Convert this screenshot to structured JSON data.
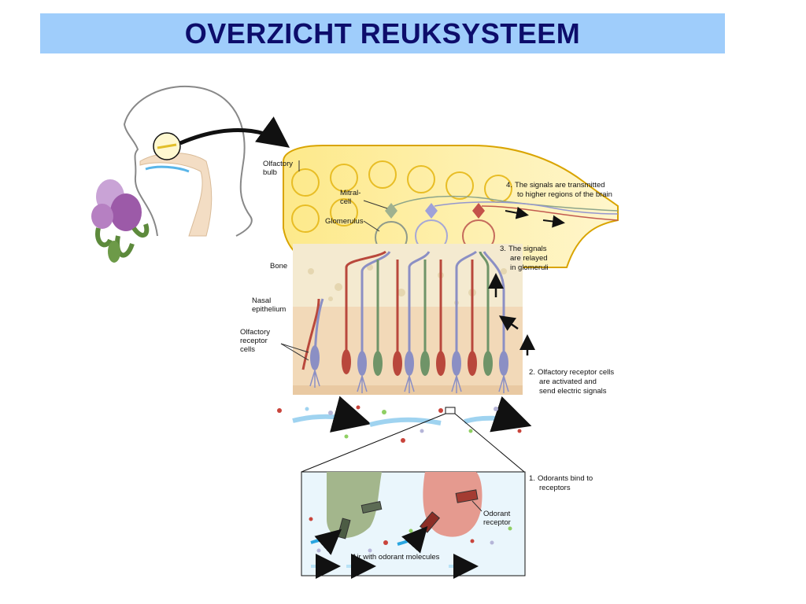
{
  "header": {
    "title": "OVERZICHT REUKSYSTEEM"
  },
  "labels": {
    "olfactory_bulb": [
      "Olfactory",
      "bulb"
    ],
    "mitral_cell": [
      "Mitral-",
      "cell"
    ],
    "glomerulus": "Glomerulus",
    "bone": "Bone",
    "nasal_epithelium": [
      "Nasal",
      "epithelium"
    ],
    "receptor_cells": [
      "Olfactory",
      "receptor",
      "cells"
    ],
    "odorant_receptor": [
      "Odorant",
      "receptor"
    ],
    "air": "Air with odorant molecules"
  },
  "steps": [
    {
      "num": "1.",
      "lines": [
        "Odorants bind to",
        "receptors"
      ]
    },
    {
      "num": "2.",
      "lines": [
        "Olfactory receptor cells",
        "are activated and",
        "send electric signals"
      ]
    },
    {
      "num": "3.",
      "lines": [
        "The signals",
        "are relayed",
        "in glomeruli"
      ]
    },
    {
      "num": "4.",
      "lines": [
        "The signals are transmitted",
        "to higher regions of the brain"
      ]
    }
  ],
  "colors": {
    "bulb": "#fde98a",
    "bone": "#f4ead0",
    "epithelium": "#f2d9b8",
    "red": "#b9483c",
    "green": "#6f9468",
    "blue": "#8b8fc4",
    "title_bg": "#9fcdfb",
    "title_text": "#0d0d6b"
  }
}
